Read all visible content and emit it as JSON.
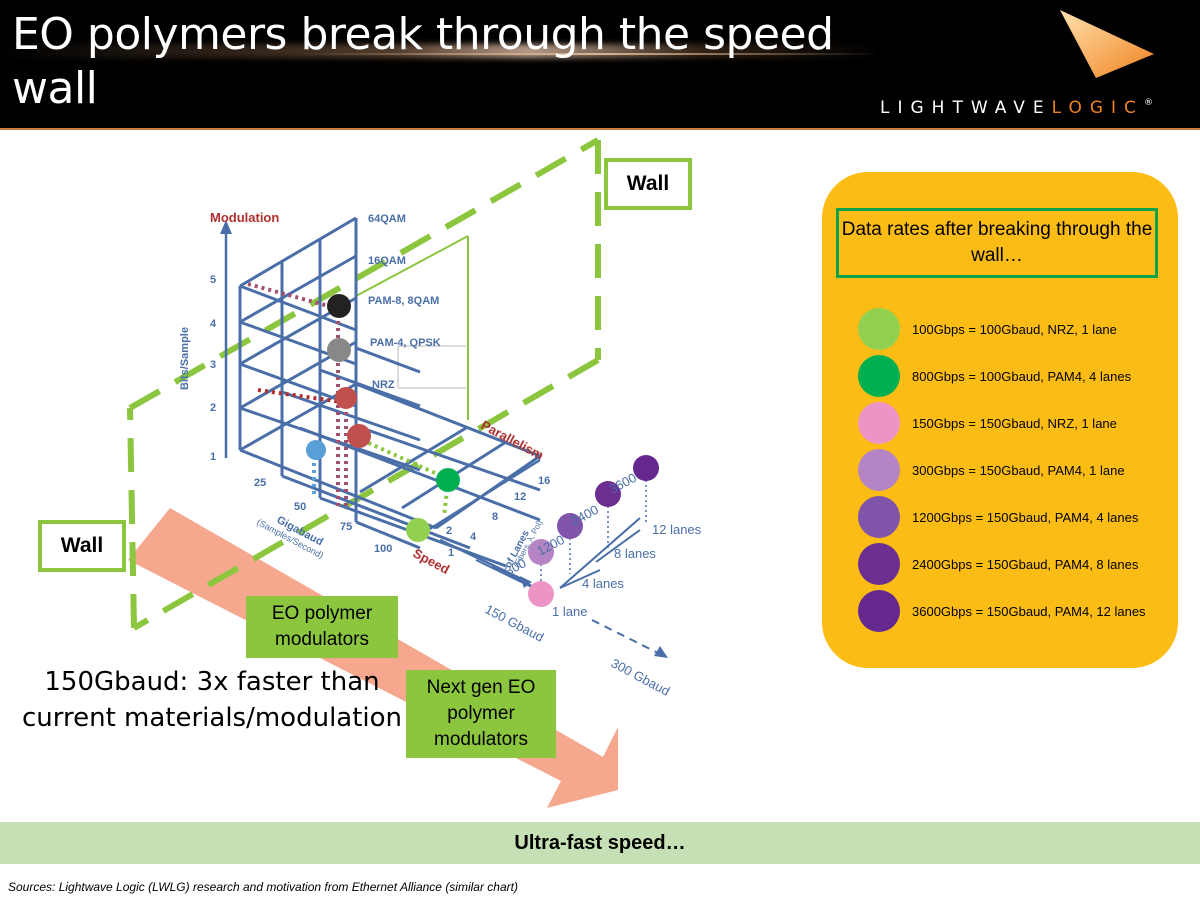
{
  "header": {
    "title": "EO polymers break through the speed wall",
    "logo_light": "LIGHTWAVE",
    "logo_logic": "LOGIC",
    "logo_reg": "®"
  },
  "diagram": {
    "modulation_label": "Modulation",
    "bits_label": "Bits/Sample",
    "bit_ticks": [
      "5",
      "4",
      "3",
      "2",
      "1"
    ],
    "modulation_levels": [
      "64QAM",
      "16QAM",
      "PAM-8, 8QAM",
      "PAM-4, QPSK",
      "NRZ"
    ],
    "gigabaud_ticks": [
      "25",
      "50",
      "75",
      "100"
    ],
    "gigabaud_label": "Gigabaud",
    "gigabaud_sublabel": "(Samples/Second)",
    "parallelism_label": "Parallelism",
    "lane_ticks": [
      "16",
      "12",
      "8",
      "4",
      "2",
      "1"
    ],
    "lanes_label": "# of Lanes",
    "lanes_sublabel": "(Fibers, λ, Pol)",
    "speed_label": "Speed",
    "wall_label_top": "Wall",
    "wall_label_left": "Wall",
    "rates": [
      "300",
      "1200",
      "2400",
      "3600"
    ],
    "lane_counts": [
      "1 lane",
      "4 lanes",
      "8 lanes",
      "12 lanes"
    ],
    "gbaud_150": "150 Gbaud",
    "gbaud_300": "300 Gbaud",
    "box_eo": "EO polymer modulators",
    "box_next": "Next gen EO polymer modulators",
    "big_text": "150Gbaud: 3x faster than current materials/modulation"
  },
  "legend": {
    "title": "Data rates after breaking through the wall…",
    "items": [
      {
        "color": "#92d050",
        "text": "100Gbps = 100Gbaud, NRZ, 1 lane"
      },
      {
        "color": "#00b050",
        "text": "800Gbps = 100Gbaud, PAM4, 4 lanes"
      },
      {
        "color": "#ed94c6",
        "text": "150Gbps = 150Gbaud, NRZ, 1 lane"
      },
      {
        "color": "#b584c4",
        "text": "300Gbps = 150Gbaud, PAM4, 1 lane"
      },
      {
        "color": "#7f54aa",
        "text": "1200Gbps = 150Gbaud, PAM4, 4 lanes"
      },
      {
        "color": "#6d2e92",
        "text": "2400Gbps = 150Gbaud, PAM4, 8 lanes"
      },
      {
        "color": "#64288e",
        "text": "3600Gbps = 150Gbaud, PAM4, 12 lanes"
      }
    ]
  },
  "footer": {
    "banner": "Ultra-fast speed…",
    "sources": "Sources: Lightwave Logic (LWLG) research and motivation from Ethernet Alliance (similar chart)"
  },
  "colors": {
    "wall_green": "#8cc63f",
    "legend_bg": "#fbbd15",
    "arrow_salmon": "#f5a88e",
    "axis_blue": "#4a6fa8"
  }
}
